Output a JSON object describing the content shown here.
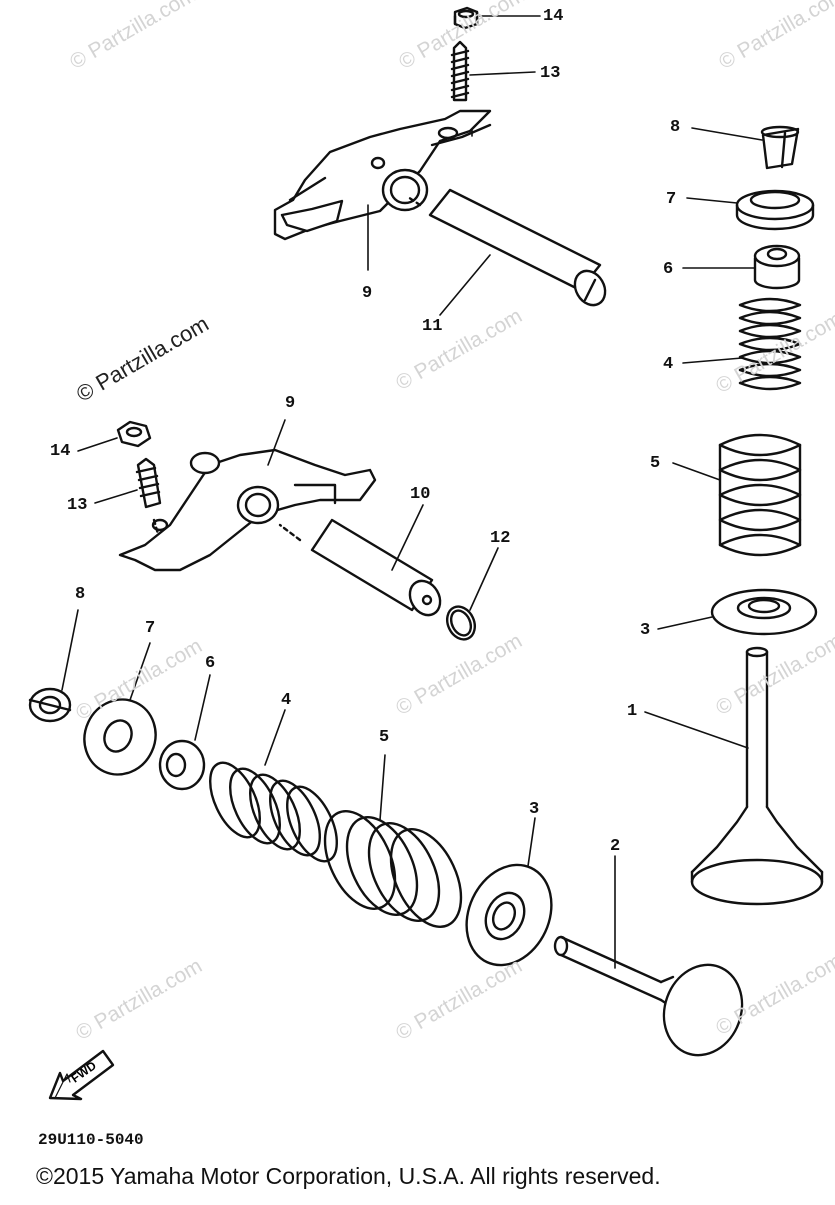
{
  "watermark": {
    "text": "© Partzilla.com"
  },
  "callouts": [
    {
      "id": "c14a",
      "label": "14"
    },
    {
      "id": "c13a",
      "label": "13"
    },
    {
      "id": "c9a",
      "label": "9"
    },
    {
      "id": "c11",
      "label": "11"
    },
    {
      "id": "c8a",
      "label": "8"
    },
    {
      "id": "c7a",
      "label": "7"
    },
    {
      "id": "c6a",
      "label": "6"
    },
    {
      "id": "c4a",
      "label": "4"
    },
    {
      "id": "c5a",
      "label": "5"
    },
    {
      "id": "c3a",
      "label": "3"
    },
    {
      "id": "c1",
      "label": "1"
    },
    {
      "id": "c9b",
      "label": "9"
    },
    {
      "id": "c14b",
      "label": "14"
    },
    {
      "id": "c13b",
      "label": "13"
    },
    {
      "id": "c10",
      "label": "10"
    },
    {
      "id": "c12",
      "label": "12"
    },
    {
      "id": "c8b",
      "label": "8"
    },
    {
      "id": "c7b",
      "label": "7"
    },
    {
      "id": "c6b",
      "label": "6"
    },
    {
      "id": "c4b",
      "label": "4"
    },
    {
      "id": "c5b",
      "label": "5"
    },
    {
      "id": "c3b",
      "label": "3"
    },
    {
      "id": "c2",
      "label": "2"
    }
  ],
  "forward_label": "FWD",
  "diagram_code": "29U110-5040",
  "copyright": "©2015 Yamaha Motor Corporation, U.S.A. All rights reserved."
}
